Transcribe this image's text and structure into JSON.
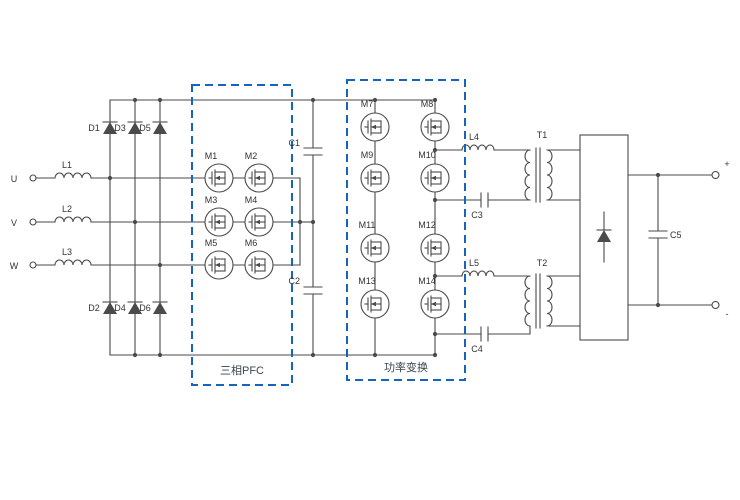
{
  "diagram": {
    "phase_inputs": {
      "u": "U",
      "v": "V",
      "w": "W"
    },
    "inductors": {
      "l1": "L1",
      "l2": "L2",
      "l3": "L3",
      "l4": "L4",
      "l5": "L5"
    },
    "diodes": {
      "d1": "D1",
      "d2": "D2",
      "d3": "D3",
      "d4": "D4",
      "d5": "D5",
      "d6": "D6"
    },
    "mosfets": {
      "m1": "M1",
      "m2": "M2",
      "m3": "M3",
      "m4": "M4",
      "m5": "M5",
      "m6": "M6",
      "m7": "M7",
      "m8": "M8",
      "m9": "M9",
      "m10": "M10",
      "m11": "M11",
      "m12": "M12",
      "m13": "M13",
      "m14": "M14"
    },
    "capacitors": {
      "c1": "C1",
      "c2": "C2",
      "c3": "C3",
      "c4": "C4",
      "c5": "C5"
    },
    "transformers": {
      "t1": "T1",
      "t2": "T2"
    },
    "stage_labels": {
      "pfc": "三相PFC",
      "converter": "功率变换"
    },
    "output_terminals": {
      "positive": "+",
      "negative": "-"
    },
    "colors": {
      "wire": "#4a4a4a",
      "stage_box": "#1565c0",
      "background": "#ffffff"
    }
  }
}
